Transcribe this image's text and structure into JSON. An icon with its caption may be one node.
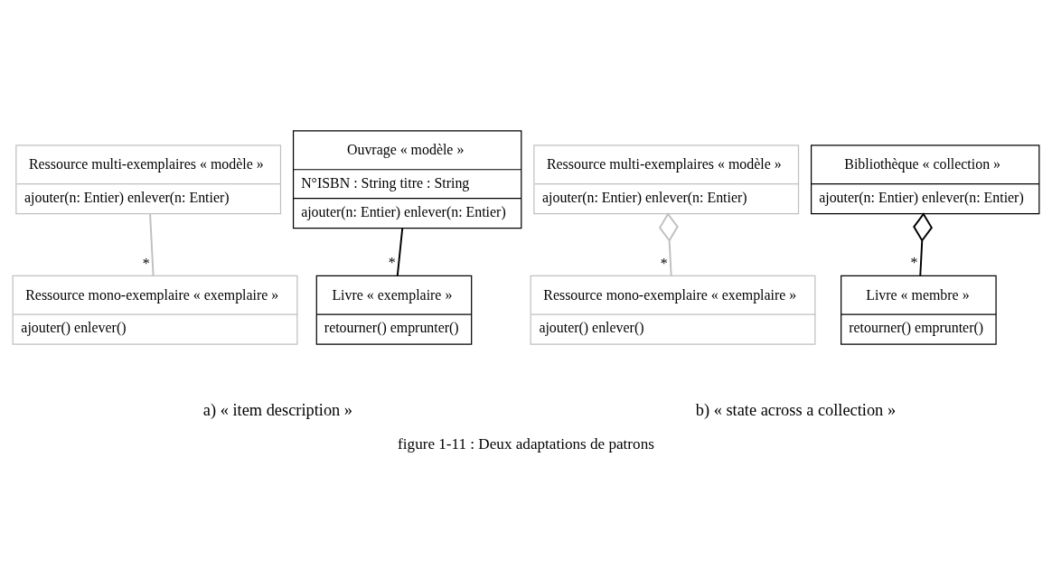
{
  "diagram": {
    "caption": "figure 1-11 : Deux adaptations de patrons",
    "nodes": [
      {
        "text": [
          "Ressource multi-exemplaires « modèle »",
          "ajouter(n: Entier) enlever(n: Entier)"
        ]
      },
      {
        "text": [
          "Ouvrage « modèle »",
          "N°ISBN : String titre : String",
          "ajouter(n: Entier) enlever(n: Entier)"
        ]
      },
      {
        "text": [
          "Ressource mono-exemplaire « exemplaire »",
          "ajouter() enlever()"
        ]
      },
      {
        "text": [
          "Livre « exemplaire »",
          "retourner() emprunter()"
        ]
      },
      {
        "text": [
          "Ressource multi-exemplaires « modèle »",
          "ajouter(n: Entier) enlever(n: Entier)"
        ]
      },
      {
        "text": [
          "Bibliothèque « collection »",
          "ajouter(n: Entier) enlever(n: Entier)"
        ]
      },
      {
        "text": [
          "Ressource mono-exemplaire « exemplaire »",
          "ajouter() enlever()"
        ]
      },
      {
        "text": [
          "Livre « membre »",
          "retourner() emprunter()"
        ]
      }
    ],
    "edges": [
      {
        "from": 0,
        "to": 2,
        "arrow": "none",
        "label": "*",
        "color": "#c0c0c0"
      },
      {
        "from": 1,
        "to": 3,
        "arrow": "none",
        "label": "*",
        "color": "#000000"
      },
      {
        "from": 4,
        "to": 6,
        "arrow": "other",
        "label": "*",
        "color": "#c0c0c0"
      },
      {
        "from": 5,
        "to": 7,
        "arrow": "other",
        "label": "*",
        "color": "#000000"
      }
    ],
    "labels": [
      "a) « item description »",
      "b) « state across a collection »"
    ]
  }
}
